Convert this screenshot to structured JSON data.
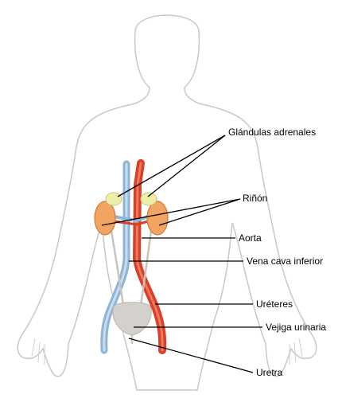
{
  "labels": {
    "adrenal": "Glándulas adrenales",
    "kidney": "Riñón",
    "aorta": "Aorta",
    "vena_cava": "Vena cava inferior",
    "ureters": "Uréteres",
    "bladder": "Vejiga urinaria",
    "urethra": "Uretra"
  },
  "colors": {
    "body_outline": "#c8c8c8",
    "kidney_fill": "#f2a463",
    "kidney_stroke": "#d07a3a",
    "adrenal_fill": "#eeeea8",
    "aorta": "#d8402a",
    "vena_cava": "#8fb4d6",
    "bladder": "#d4d0cb",
    "leader": "#000000"
  }
}
